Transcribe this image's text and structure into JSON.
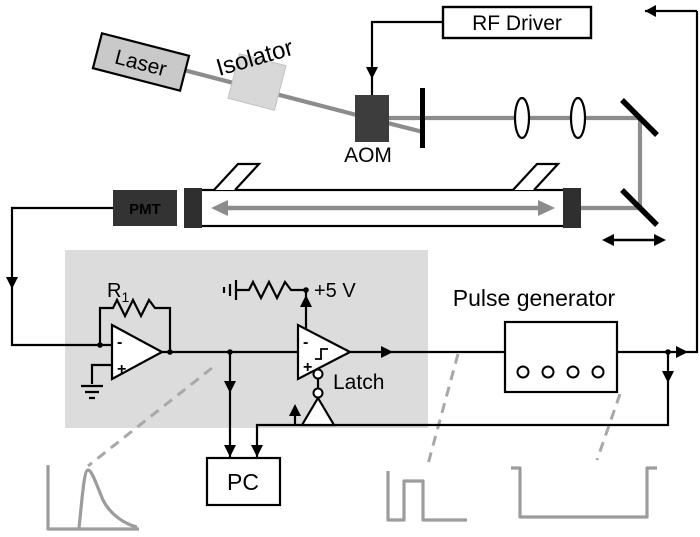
{
  "figure": {
    "labels": {
      "laser": "Laser",
      "isolator": "Isolator",
      "aom": "AOM",
      "rf_driver": "RF Driver",
      "pmt": "PMT",
      "r1_base": "R",
      "r1_sub": "1",
      "plus5v": "+5 V",
      "latch": "Latch",
      "pulse_generator": "Pulse generator",
      "pc": "PC",
      "amp_minus": "-",
      "amp_plus": "+",
      "comp_minus": "-",
      "comp_plus": "+"
    },
    "colors": {
      "beam": "#8c8c8c",
      "waveform": "#9c9c9c",
      "probe_dash": "#a8a8a8",
      "shaded_region": "#dcdcdc",
      "dark_component": "#3d3d3d",
      "laser_fill": "#c9c9c9",
      "isolator_fill": "#d8d8d8",
      "wire": "#000000"
    },
    "pulse_generator_knobs": 4,
    "waveform_icons": [
      "ring-down-decay-trace",
      "short-gate-pulse-trace",
      "long-gate-pulse-trace"
    ]
  }
}
